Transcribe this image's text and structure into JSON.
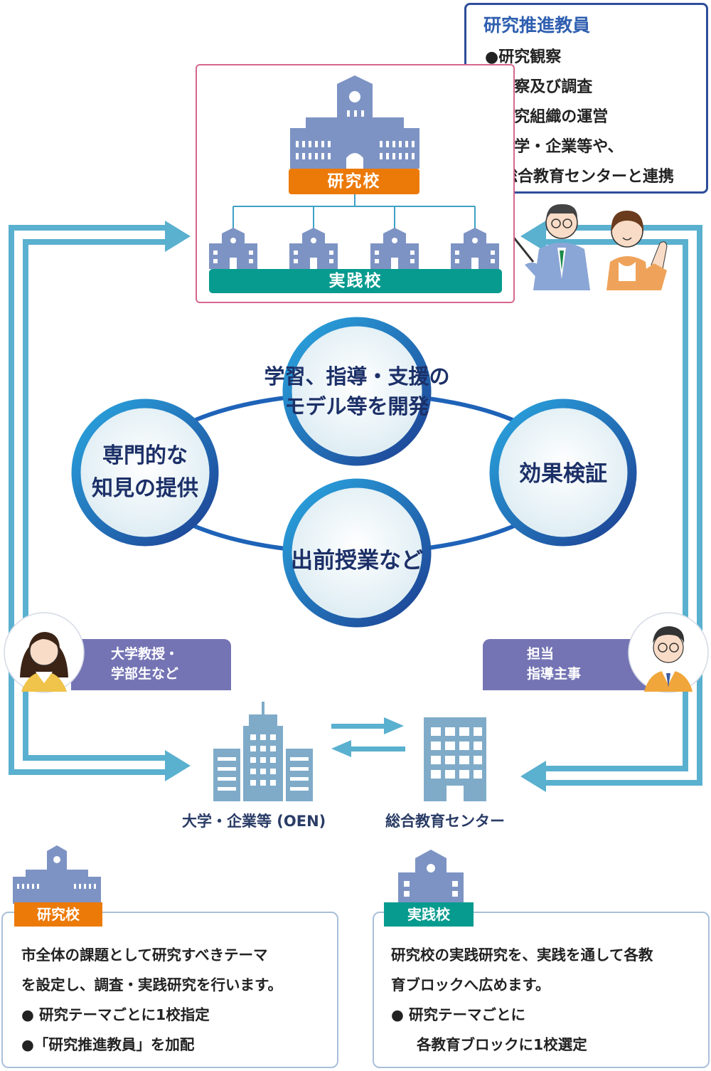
{
  "staff_box": {
    "title": "研究推進教員",
    "items": [
      "●研究観察",
      "●視察及び調査",
      "●研究組織の運営",
      "●大学・企業等や、",
      "総合教育センターと連携"
    ]
  },
  "schools": {
    "research_label": "研究校",
    "practice_label": "実践校"
  },
  "cycle": {
    "top": [
      "学習、指導・支援の",
      "モデル等を開発"
    ],
    "left": [
      "専門的な",
      "知見の提供"
    ],
    "right": "効果検証",
    "bottom": "出前授業など"
  },
  "roles": {
    "left": [
      "大学教授・",
      "学部生など"
    ],
    "right": [
      "担当",
      "指導主事"
    ]
  },
  "buildings": {
    "university": "大学・企業等 (OEN)",
    "center": "総合教育センター"
  },
  "research_desc": {
    "tag": "研究校",
    "lines": [
      "市全体の課題として研究すべきテーマ",
      "を設定し、調査・実践研究を行います。",
      "●  研究テーマごとに1校指定",
      "●「研究推進教員」を加配"
    ]
  },
  "practice_desc": {
    "tag": "実践校",
    "lines": [
      "研究校の実践研究を、実践を通して各教",
      "育ブロックへ広めます。",
      "●  研究テーマごとに",
      "各教育ブロックに1校選定"
    ]
  },
  "colors": {
    "research_orange": "#ec7a09",
    "practice_teal": "#079b8f",
    "arrow_blue": "#5ab0cf",
    "circle_blue": "#1e6cc0",
    "role_purple": "#7474b4",
    "frame_pink": "#d6668f",
    "staff_border": "#2e4d9a"
  }
}
